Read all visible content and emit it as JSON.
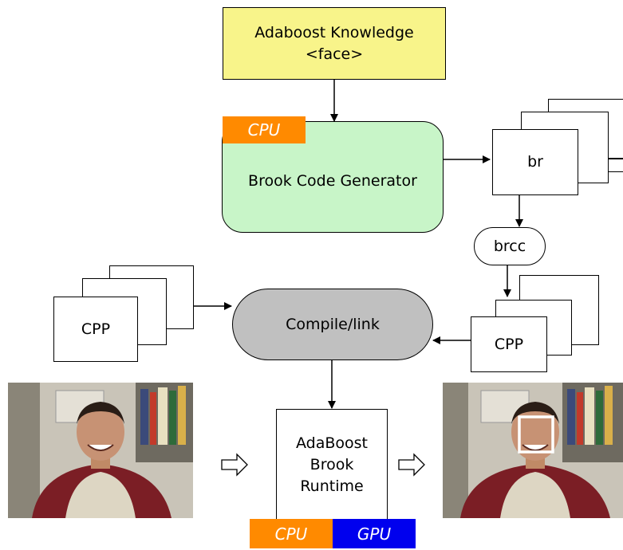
{
  "knowledge": {
    "line1": "Adaboost Knowledge",
    "line2": "<face>"
  },
  "generator": {
    "label": "Brook Code Generator",
    "badge": "CPU"
  },
  "br_stack": {
    "label": "br"
  },
  "brcc": {
    "label": "brcc"
  },
  "cpp_left": {
    "label": "CPP"
  },
  "cpp_right": {
    "label": "CPP"
  },
  "compile": {
    "label": "Compile/link"
  },
  "runtime": {
    "line1": "AdaBoost",
    "line2": "Brook",
    "line3": "Runtime",
    "badge_cpu": "CPU",
    "badge_gpu": "GPU"
  },
  "colors": {
    "knowledge_fill": "#f8f48a",
    "generator_fill": "#c8f5c8",
    "compile_fill": "#c0c0c0",
    "cpu_orange": "#ff8a00",
    "gpu_blue": "#0000ee",
    "detect_box": "#ffffff"
  },
  "images": {
    "input_photo": "person-photo-icon",
    "output_photo": "person-photo-face-detected-icon"
  }
}
